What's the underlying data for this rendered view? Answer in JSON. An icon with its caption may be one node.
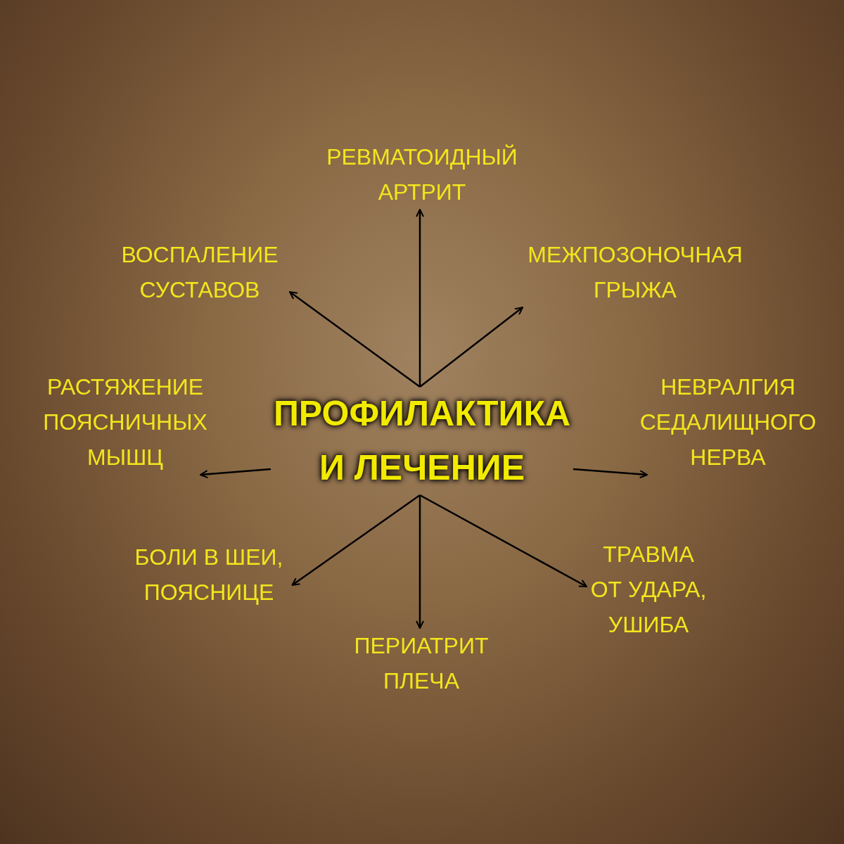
{
  "diagram": {
    "nodes": [
      {
        "text": [
          "ПРОФИЛАКТИКА И ЛЕЧЕНИЕ"
        ]
      },
      {
        "text": [
          "РЕВМАТОИДНЫЙ АРТРИТ"
        ]
      },
      {
        "text": [
          "ВОСПАЛЕНИЕ СУСТАВОВ"
        ]
      },
      {
        "text": [
          "МЕЖПОЗОНОЧНАЯ ГРЫЖА"
        ]
      },
      {
        "text": [
          "РАСТЯЖЕНИЕ ПОЯСНИЧНЫХ МЫШЦ"
        ]
      },
      {
        "text": [
          "НЕВРАЛГИЯ СЕДАЛИЩНОГО НЕРВА"
        ]
      },
      {
        "text": [
          "БОЛИ В ШЕИ, ПОЯСНИЦЕ"
        ]
      },
      {
        "text": [
          "ТРАВМА ОТ УДАРА, УШИБА"
        ]
      },
      {
        "text": [
          "ПЕРИАТРИТ ПЛЕЧА"
        ]
      }
    ],
    "edges": [
      {
        "from": 0,
        "to": 1,
        "arrow": "to"
      },
      {
        "from": 0,
        "to": 2,
        "arrow": "to"
      },
      {
        "from": 0,
        "to": 3,
        "arrow": "to"
      },
      {
        "from": 0,
        "to": 4,
        "arrow": "to"
      },
      {
        "from": 0,
        "to": 5,
        "arrow": "to"
      },
      {
        "from": 0,
        "to": 6,
        "arrow": "to"
      },
      {
        "from": 0,
        "to": 7,
        "arrow": "to"
      },
      {
        "from": 0,
        "to": 8,
        "arrow": "to"
      }
    ]
  }
}
